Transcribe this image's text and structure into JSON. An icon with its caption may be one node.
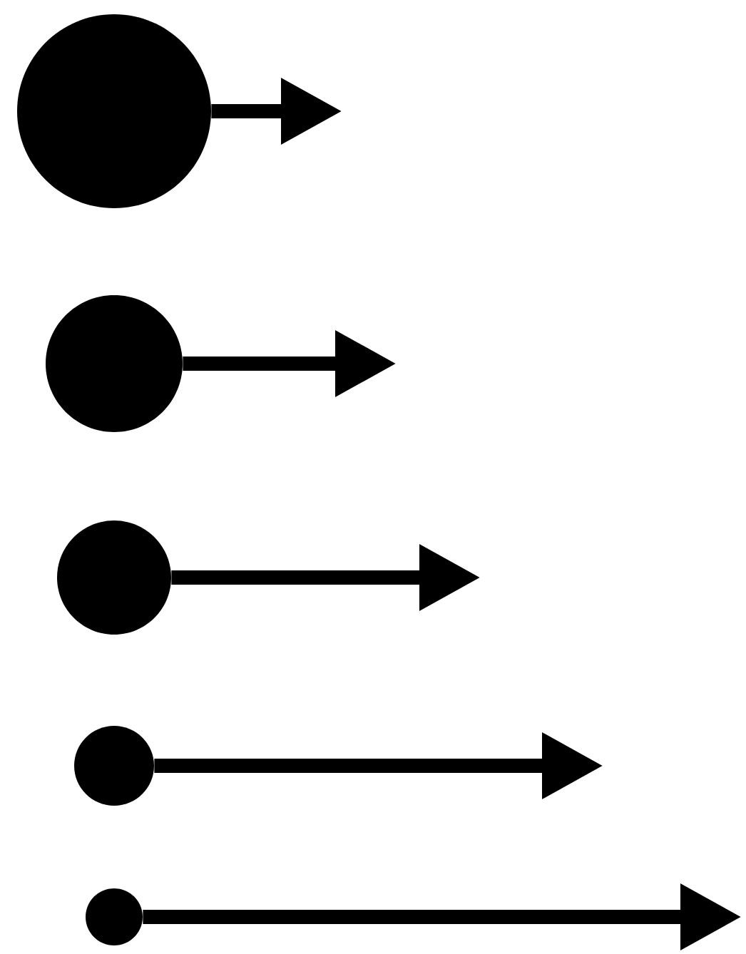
{
  "diagram": {
    "nodes": [
      {
        "text": [],
        "shape": "circle"
      },
      {
        "text": [],
        "shape": "circle"
      },
      {
        "text": [],
        "shape": "circle"
      },
      {
        "text": [],
        "shape": "circle"
      },
      {
        "text": [],
        "shape": "circle"
      }
    ],
    "edges": [
      {
        "from": 0,
        "to": null,
        "arrow": "to"
      },
      {
        "from": 1,
        "to": null,
        "arrow": "to"
      },
      {
        "from": 2,
        "to": null,
        "arrow": "to"
      },
      {
        "from": 3,
        "to": null,
        "arrow": "to"
      },
      {
        "from": 4,
        "to": null,
        "arrow": "to"
      }
    ]
  }
}
